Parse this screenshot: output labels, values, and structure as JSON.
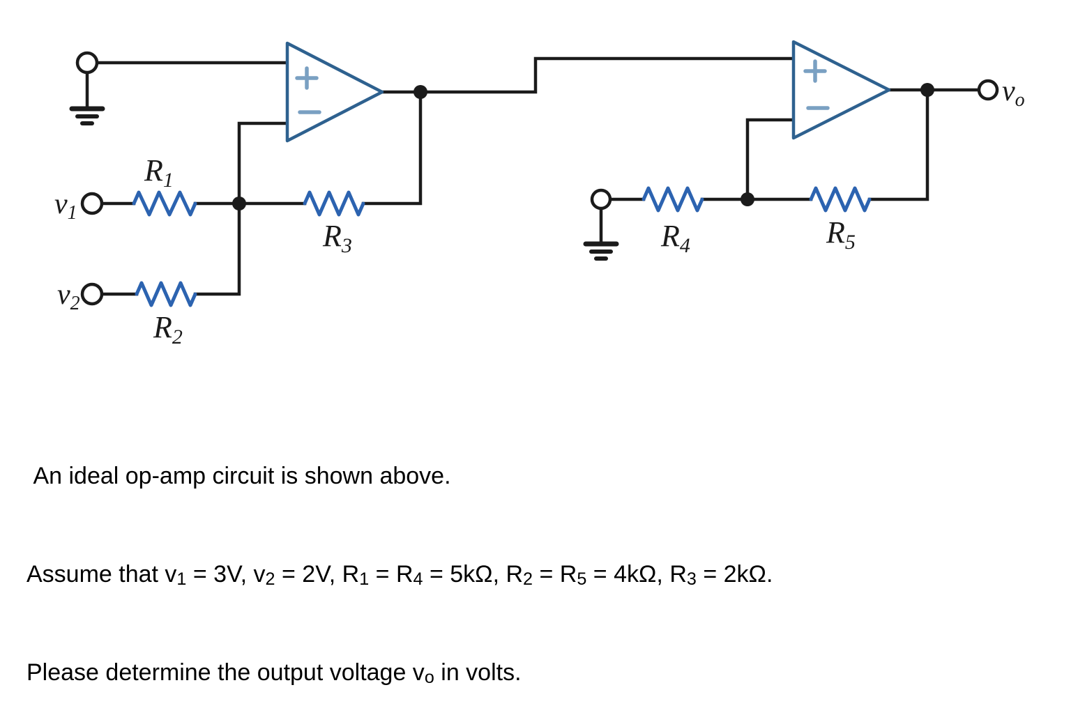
{
  "circuit": {
    "labels": {
      "v1": {
        "base": "v",
        "sub": "1"
      },
      "v2": {
        "base": "v",
        "sub": "2"
      },
      "vo": {
        "base": "v",
        "sub": "o"
      },
      "r1": {
        "base": "R",
        "sub": "1"
      },
      "r2": {
        "base": "R",
        "sub": "2"
      },
      "r3": {
        "base": "R",
        "sub": "3"
      },
      "r4": {
        "base": "R",
        "sub": "4"
      },
      "r5": {
        "base": "R",
        "sub": "5"
      },
      "opamp_plus": "+",
      "opamp_minus": "−"
    },
    "icons": {
      "ground": "ground-symbol",
      "terminal": "open-circle-terminal",
      "junction": "filled-dot-junction",
      "opamp": "triangle-op-amp"
    }
  },
  "colors": {
    "wire": "#1b1b1b",
    "opamp_stroke": "#2e618f",
    "opamp_sign": "#7aa0c2",
    "resistor": "#2c63b0",
    "label": "#1a1a1a"
  },
  "problem": {
    "line1": " An ideal op-amp circuit is shown above.",
    "line2_segments": [
      "Assume that v",
      "1",
      " = 3V, v",
      "2",
      " = 2V, R",
      "1",
      " = R",
      "4",
      " = 5kΩ, R",
      "2",
      " = R",
      "5",
      " = 4kΩ, R",
      "3",
      " = 2kΩ."
    ],
    "line3_segments": [
      "Please determine the output voltage v",
      "o",
      " in volts."
    ]
  }
}
